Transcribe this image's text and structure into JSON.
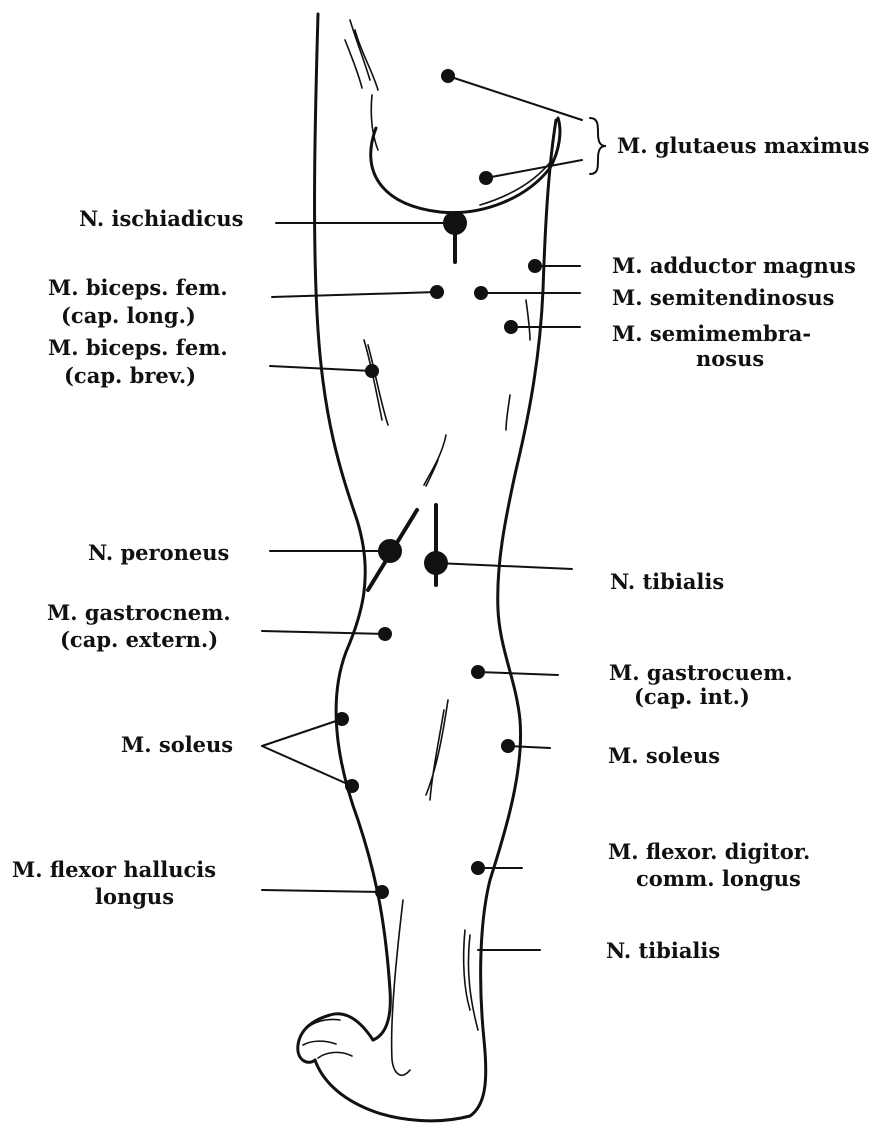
{
  "labels": {
    "glutaeus_maximus": "M. glutaeus maximus",
    "ischiadicus": "N. ischiadicus",
    "adductor_magnus": "M. adductor magnus",
    "biceps_long_1": "M. biceps. fem.",
    "biceps_long_2": "(cap. long.)",
    "semitendinosus": "M. semitendinosus",
    "semimembranosus_1": "M. semimembra-",
    "semimembranosus_2": "nosus",
    "biceps_brev_1": "M. biceps. fem.",
    "biceps_brev_2": "(cap. brev.)",
    "peroneus": "N. peroneus",
    "tibialis_upper": "N. tibialis",
    "gastrocnem_ext_1": "M. gastrocnem.",
    "gastrocnem_ext_2": "(cap. extern.)",
    "gastrocnem_int_1": "M. gastrocuem.",
    "gastrocnem_int_2": "(cap. int.)",
    "soleus_left": "M. soleus",
    "soleus_right": "M. soleus",
    "flexor_hallucis_1": "M. flexor hallucis",
    "flexor_hallucis_2": "longus",
    "flexor_digitor_1": "M. flexor. digitor.",
    "flexor_digitor_2": "comm. longus",
    "tibialis_lower": "N. tibialis"
  }
}
